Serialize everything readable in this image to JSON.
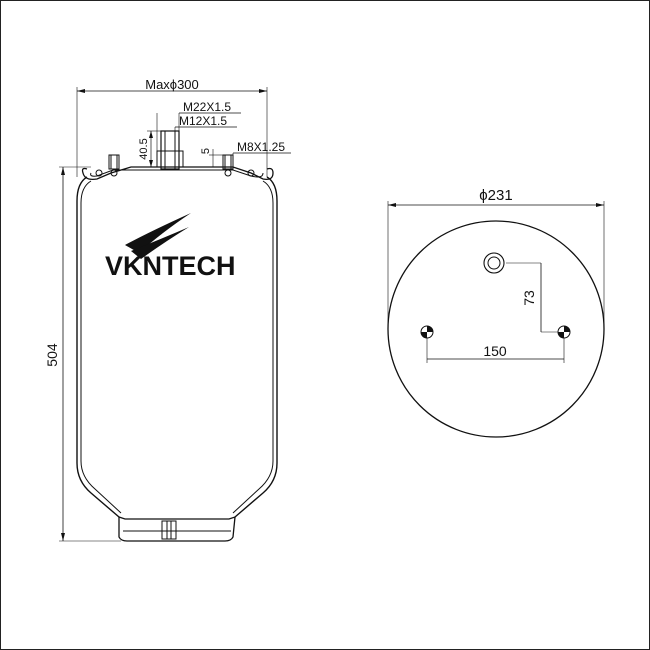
{
  "side_view": {
    "max_diameter_label": "Maxϕ300",
    "thread_large_label": "M22X1.5",
    "thread_small_label": "M12X1.5",
    "bolt_thread_label": "M8X1.25",
    "stud_height_label": "40.5",
    "bolt_height_label": "5",
    "overall_height_label": "504"
  },
  "logo": {
    "brand_text": "VKNTECH"
  },
  "top_view": {
    "diameter_label": "ϕ231",
    "offset_label": "73",
    "bolt_spacing_label": "150"
  },
  "colors": {
    "line": "#111111",
    "background": "#ffffff",
    "border": "#222222"
  }
}
